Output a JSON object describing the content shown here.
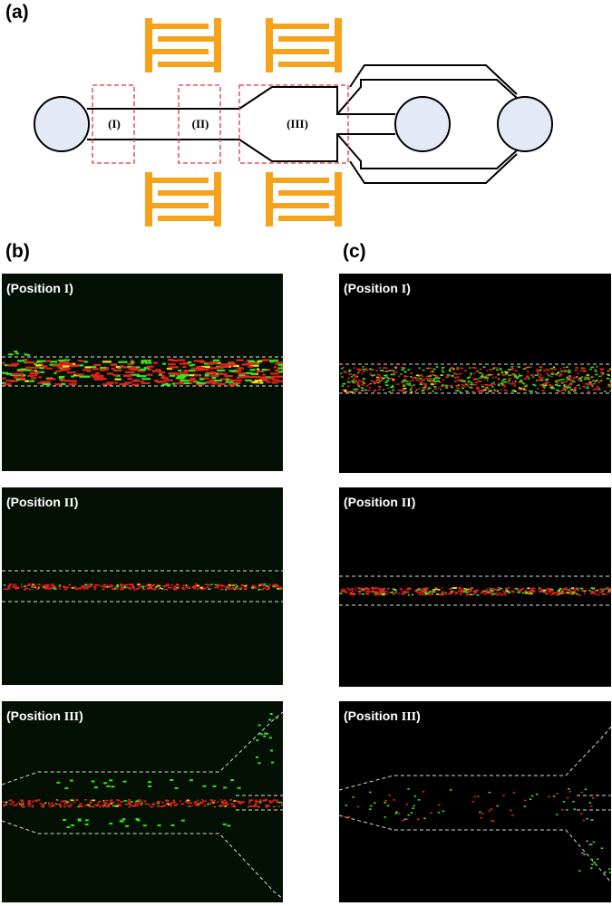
{
  "panels": {
    "a": {
      "letter": "(a)",
      "regions": [
        {
          "id": "I",
          "label": "(I)"
        },
        {
          "id": "II",
          "label": "(II)"
        },
        {
          "id": "III",
          "label": "(III)"
        }
      ],
      "colors": {
        "electrode": "#F7A21B",
        "reservoir": "#E4EAF5",
        "box": "#E8323A",
        "channel": "#000000"
      }
    },
    "b": {
      "letter": "(b)",
      "images": [
        {
          "label_prefix": "(Position ",
          "roman": "I",
          "label_suffix": ")"
        },
        {
          "label_prefix": "(Position ",
          "roman": "II",
          "label_suffix": ")"
        },
        {
          "label_prefix": "(Position ",
          "roman": "III",
          "label_suffix": ")"
        }
      ]
    },
    "c": {
      "letter": "(c)",
      "images": [
        {
          "label_prefix": "(Position ",
          "roman": "I",
          "label_suffix": ")"
        },
        {
          "label_prefix": "(Position ",
          "roman": "II",
          "label_suffix": ")"
        },
        {
          "label_prefix": "(Position ",
          "roman": "III",
          "label_suffix": ")"
        }
      ]
    }
  },
  "particle_colors": {
    "red": "#E0231B",
    "green": "#3BE021",
    "yellow": "#E8E820"
  }
}
